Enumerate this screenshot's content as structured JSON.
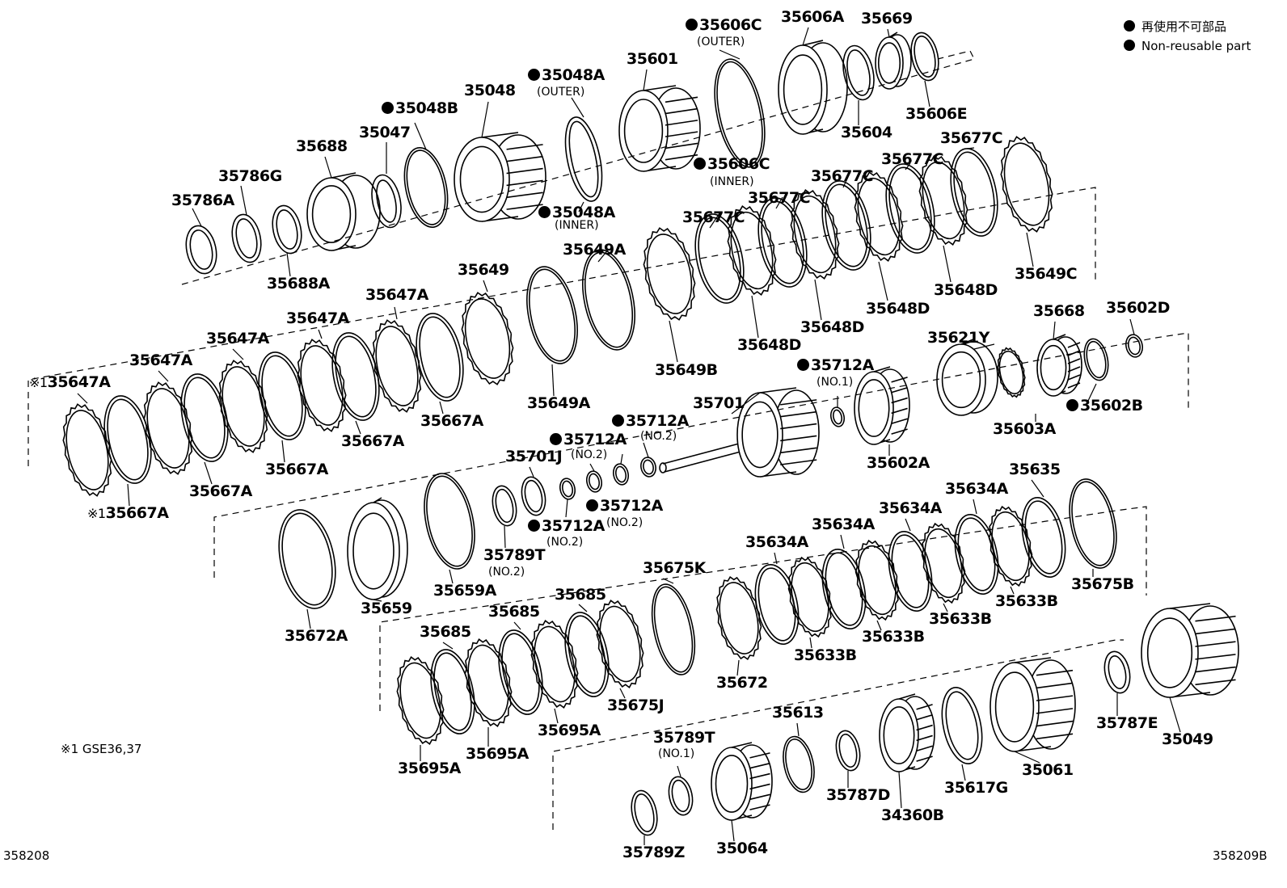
{
  "legend": {
    "jp": "再使用不可部品",
    "en": "Non-reusable part"
  },
  "footnote": "※1 GSE36,37",
  "page_ids": {
    "left": "358208",
    "right": "358209B"
  },
  "labels": {
    "p35606C_outer": "35606C",
    "p35606C_outer_sub": "(OUTER)",
    "p35606A": "35606A",
    "p35669": "35669",
    "p35601": "35601",
    "p35048A_outer": "35048A",
    "p35048A_outer_sub": "(OUTER)",
    "p35048": "35048",
    "p35048B": "35048B",
    "p35047": "35047",
    "p35688": "35688",
    "p35786G": "35786G",
    "p35786A": "35786A",
    "p35688A": "35688A",
    "p35048A_inner": "35048A",
    "p35048A_inner_sub": "(INNER)",
    "p35606C_inner": "35606C",
    "p35606C_inner_sub": "(INNER)",
    "p35604": "35604",
    "p35606E": "35606E",
    "p35677C_1": "35677C",
    "p35677C_2": "35677C",
    "p35677C_3": "35677C",
    "p35677C_4": "35677C",
    "p35677C_5": "35677C",
    "p35649C": "35649C",
    "p35648D_1": "35648D",
    "p35648D_2": "35648D",
    "p35648D_3": "35648D",
    "p35648D_4": "35648D",
    "p35649B": "35649B",
    "p35649A_1": "35649A",
    "p35649A_2": "35649A",
    "p35649": "35649",
    "p35647A_1": "35647A",
    "p35647A_2": "35647A",
    "p35647A_3": "35647A",
    "p35647A_4": "35647A",
    "p35647A_5": "35647A",
    "p35667A_1": "35667A",
    "p35667A_2": "35667A",
    "p35667A_3": "35667A",
    "p35667A_4": "35667A",
    "p35667A_5": "35667A",
    "star1": "※1",
    "p35668": "35668",
    "p35602D": "35602D",
    "p35621Y": "35621Y",
    "p35712A_1": "35712A",
    "p35712A_1_sub": "(NO.1)",
    "p35701": "35701",
    "p35712A_2": "35712A",
    "p35712A_2_sub": "(NO.2)",
    "p35712A_3": "35712A",
    "p35712A_3_sub": "(NO.2)",
    "p35701J": "35701J",
    "p35602B": "35602B",
    "p35603A": "35603A",
    "p35602A": "35602A",
    "p35712A_4": "35712A",
    "p35712A_4_sub": "(NO.2)",
    "p35712A_5": "35712A",
    "p35712A_5_sub": "(NO.2)",
    "p35789T_2": "35789T",
    "p35789T_2_sub": "(NO.2)",
    "p35659A": "35659A",
    "p35659": "35659",
    "p35672A": "35672A",
    "p35635": "35635",
    "p35634A_1": "35634A",
    "p35634A_2": "35634A",
    "p35634A_3": "35634A",
    "p35634A_4": "35634A",
    "p35675K": "35675K",
    "p35675B": "35675B",
    "p35633B_1": "35633B",
    "p35633B_2": "35633B",
    "p35633B_3": "35633B",
    "p35633B_4": "35633B",
    "p35685_1": "35685",
    "p35685_2": "35685",
    "p35685_3": "35685",
    "p35672": "35672",
    "p35675J": "35675J",
    "p35695A_1": "35695A",
    "p35695A_2": "35695A",
    "p35695A_3": "35695A",
    "p35613": "35613",
    "p35789T_1": "35789T",
    "p35789T_1_sub": "(NO.1)",
    "p35787E": "35787E",
    "p35049": "35049",
    "p35061": "35061",
    "p35617G": "35617G",
    "p34360B": "34360B",
    "p35787D": "35787D",
    "p35064": "35064",
    "p35789Z": "35789Z"
  }
}
